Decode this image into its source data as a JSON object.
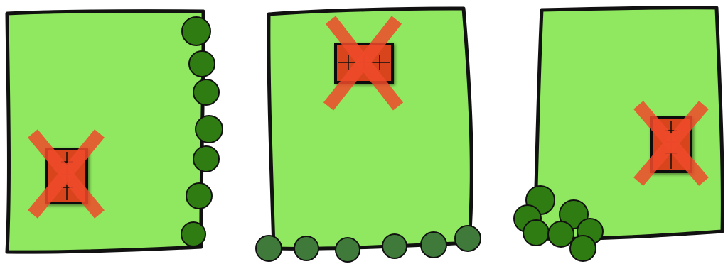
{
  "colors": {
    "lawn": "#8fe85f",
    "outline": "#111111",
    "tree_fill": "#2f7d12",
    "tree_fill_muted": "#3f7a3a",
    "tree_stroke": "#111111",
    "cross": "#ef4a2a",
    "structure": "#d8451f"
  },
  "icons": [
    "tree-icon",
    "structure-icon",
    "cross-mark-icon"
  ],
  "panels": [
    {
      "name": "panel-trees-right-edge",
      "tree_count": 7,
      "crossed_out": true
    },
    {
      "name": "panel-trees-bottom-edge",
      "tree_count": 6,
      "crossed_out": true
    },
    {
      "name": "panel-trees-clustered-corner",
      "tree_count": 7,
      "crossed_out": true
    }
  ]
}
